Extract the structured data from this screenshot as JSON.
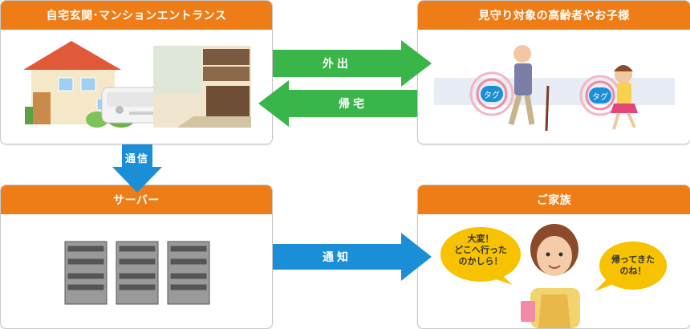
{
  "panels": {
    "home": {
      "title": "自宅玄関･マンションエントランス"
    },
    "target": {
      "title": "見守り対象の高齢者やお子様"
    },
    "server": {
      "title": "サーバー"
    },
    "family": {
      "title": "ご家族"
    }
  },
  "arrows": {
    "out": "外出",
    "home_return": "帰宅",
    "comm": "通信",
    "notify": "通知"
  },
  "tags": {
    "elder": "タグ",
    "child": "タグ"
  },
  "bubbles": {
    "left_l1": "大変！",
    "left_l2": "どこへ行った",
    "left_l3": "のかしら！",
    "right_l1": "帰ってきた",
    "right_l2": "のね！"
  },
  "colors": {
    "header": "#ef7d17",
    "green": "#3ab54a",
    "blue": "#1a8fd8",
    "bubble": "#f7c200"
  }
}
